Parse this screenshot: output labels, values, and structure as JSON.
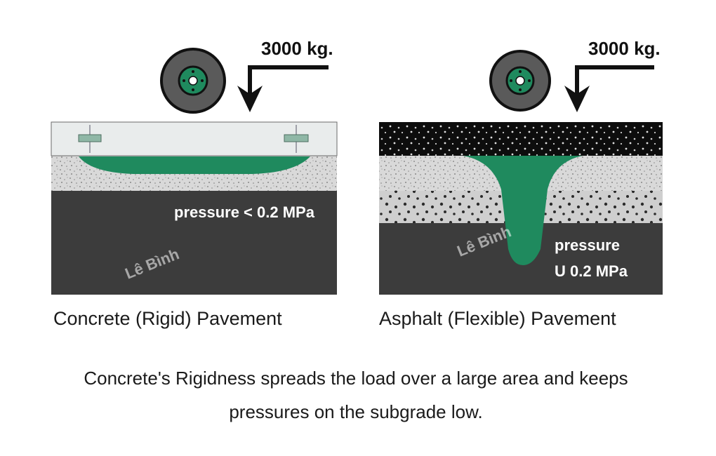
{
  "left_panel": {
    "load_label": "3000 kg.",
    "pressure_label": "pressure < 0.2 MPa",
    "caption": "Concrete (Rigid) Pavement"
  },
  "right_panel": {
    "load_label": "3000 kg.",
    "pressure_line1": "pressure",
    "pressure_line2": "U 0.2 MPa",
    "caption": "Asphalt (Flexible) Pavement"
  },
  "footer": {
    "line1": "Concrete's Rigidness spreads the load over a large area and keeps",
    "line2": "pressures on the subgrade low."
  },
  "watermark": "Lê Bình",
  "colors": {
    "subgrade": "#3c3c3c",
    "pressure_bulb": "#1f8a5e",
    "concrete_slab": "#e9ecec",
    "asphalt": "#0d0d0d",
    "base_gravel": "#d4d4d4",
    "text": "#1a1a1a"
  }
}
